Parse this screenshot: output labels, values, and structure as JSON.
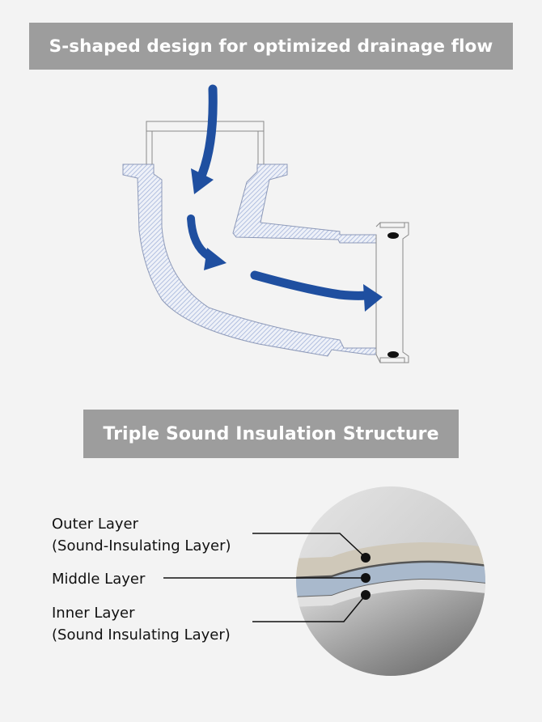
{
  "section1": {
    "title": "S-shaped design for optimized drainage flow"
  },
  "section2": {
    "title": "Triple Sound Insulation Structure",
    "layers": [
      {
        "line1": "Outer Layer",
        "line2": "(Sound-Insulating Layer)"
      },
      {
        "line1": "Middle Layer",
        "line2": ""
      },
      {
        "line1": "Inner Layer",
        "line2": "(Sound Insulating Layer)"
      }
    ]
  },
  "colors": {
    "banner": "#9d9d9d",
    "arrow": "#1f4fa0",
    "pipe_hatch": "#9fb0d8",
    "outer_layer": "#cfc8b9",
    "middle_layer": "#a9b9cc",
    "inner_layer": "#e1e1e1"
  }
}
